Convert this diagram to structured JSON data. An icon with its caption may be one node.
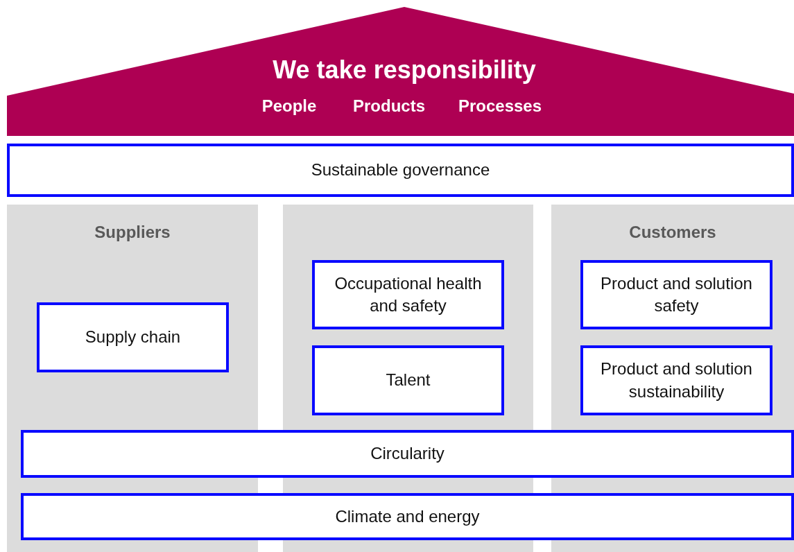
{
  "diagram": {
    "nodes": [
      {
        "text": [
          "We take responsibility",
          "People",
          "Products",
          "Processes"
        ]
      },
      {
        "text": [
          "Sustainable governance"
        ]
      },
      {
        "text": [
          "Suppliers"
        ]
      },
      {
        "text": [
          "Supply chain"
        ],
        "in": 2
      },
      {
        "text": [],
        "shape": "box"
      },
      {
        "text": [
          "Occupational health and safety"
        ],
        "in": 4
      },
      {
        "text": [
          "Talent"
        ],
        "in": 4
      },
      {
        "text": [
          "Customers"
        ]
      },
      {
        "text": [
          "Product and solution safety"
        ],
        "in": 7
      },
      {
        "text": [
          "Product and solution sustainability"
        ],
        "in": 7
      },
      {
        "text": [
          "Circularity"
        ]
      },
      {
        "text": [
          "Climate and energy"
        ]
      }
    ]
  }
}
